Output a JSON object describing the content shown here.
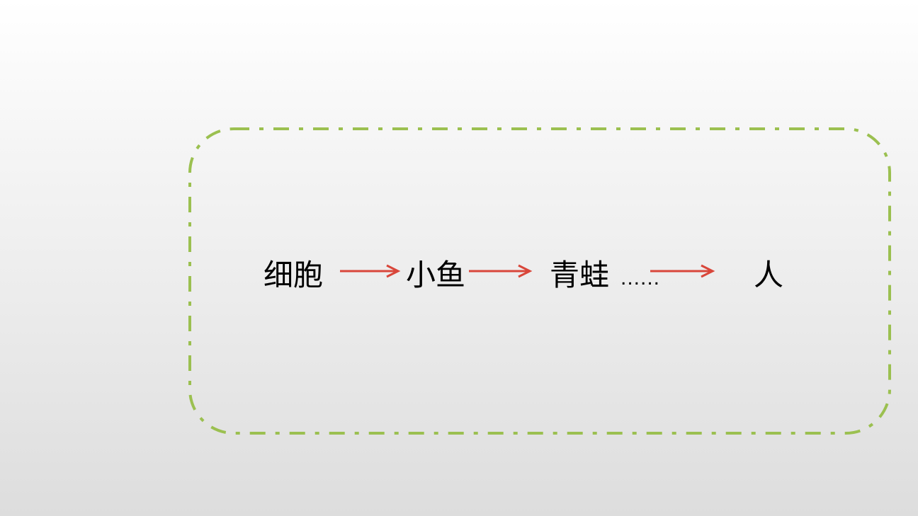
{
  "slide": {
    "sequence": [
      {
        "label": "细胞"
      },
      {
        "label": "小鱼"
      },
      {
        "label": "青蛙"
      },
      {
        "label": "人"
      }
    ],
    "ellipsis": "......",
    "colors": {
      "border": "#9bc050",
      "arrow": "#d9463a",
      "text": "#000000"
    }
  }
}
